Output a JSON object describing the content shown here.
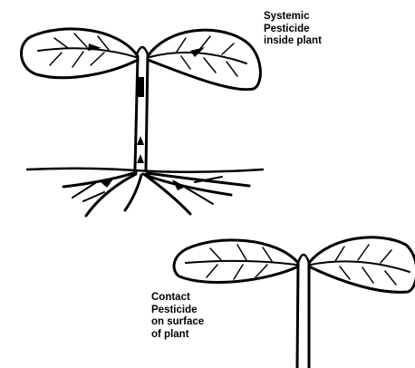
{
  "labels": {
    "systemic": [
      "Systemic",
      "Pesticide",
      "inside plant"
    ],
    "contact": [
      "Contact",
      "Pesticide",
      "on surface",
      "of plant"
    ]
  },
  "colors": {
    "ink": "#000000",
    "background": "#ffffff"
  }
}
